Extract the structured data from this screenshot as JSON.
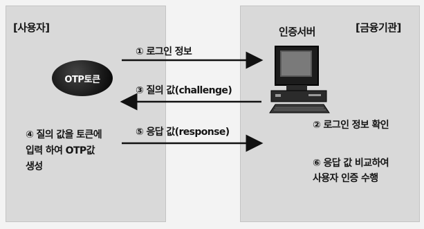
{
  "user_panel": {
    "label": "[사용자]",
    "otp_token": "OTP토큰",
    "step4_lines": [
      "④ 질의 값을 토큰에",
      "입력 하여 OTP값",
      "생성"
    ]
  },
  "bank_panel": {
    "label": "[금융기관]",
    "server_title": "인증서버",
    "step2": "② 로그인 정보 확인",
    "step6_lines": [
      "⑥ 응답 값 비교하여",
      "사용자 인증 수행"
    ]
  },
  "messages": {
    "step1": "① 로그인 정보",
    "step3": "③ 질의 값(challenge)",
    "step5": "⑤ 응답 값(response)"
  },
  "colors": {
    "panel": "#d9d9d9",
    "background": "#f3f3f3",
    "arrow": "#111111",
    "token": "#111111"
  }
}
